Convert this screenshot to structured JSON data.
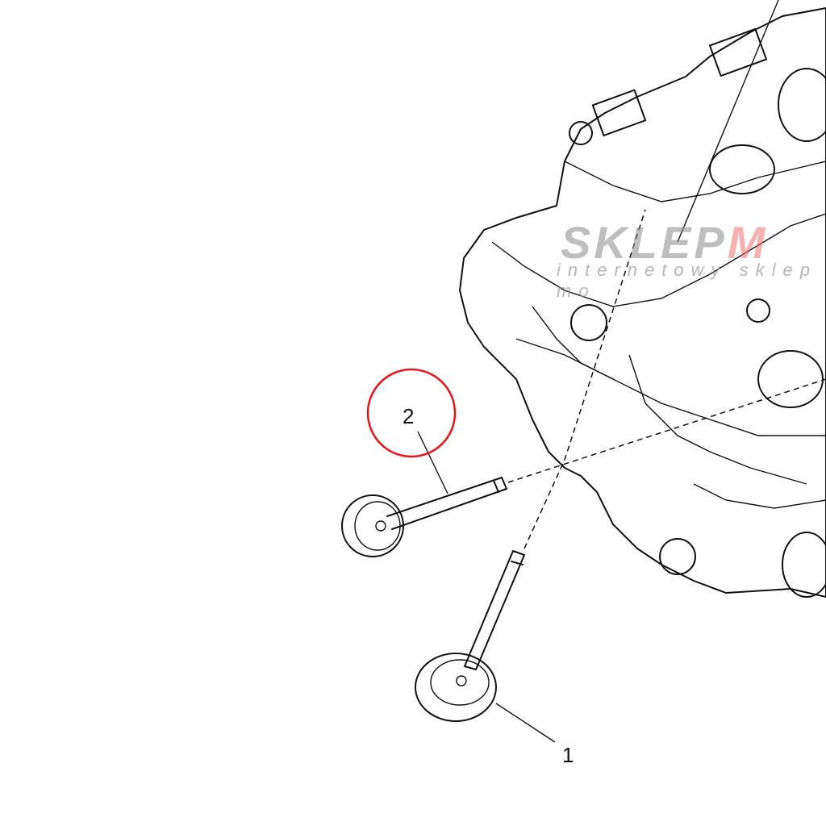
{
  "callouts": [
    {
      "number": "1",
      "part": "valve"
    },
    {
      "number": "2",
      "part": "valve",
      "highlighted": true
    }
  ],
  "watermark": {
    "brand_gray": "SKLEP",
    "brand_red": "M",
    "tagline": "internetowy sklep mo"
  },
  "colors": {
    "highlight": "#e8141e",
    "watermark_gray": "#8a8a8a",
    "watermark_red": "#f07070"
  }
}
